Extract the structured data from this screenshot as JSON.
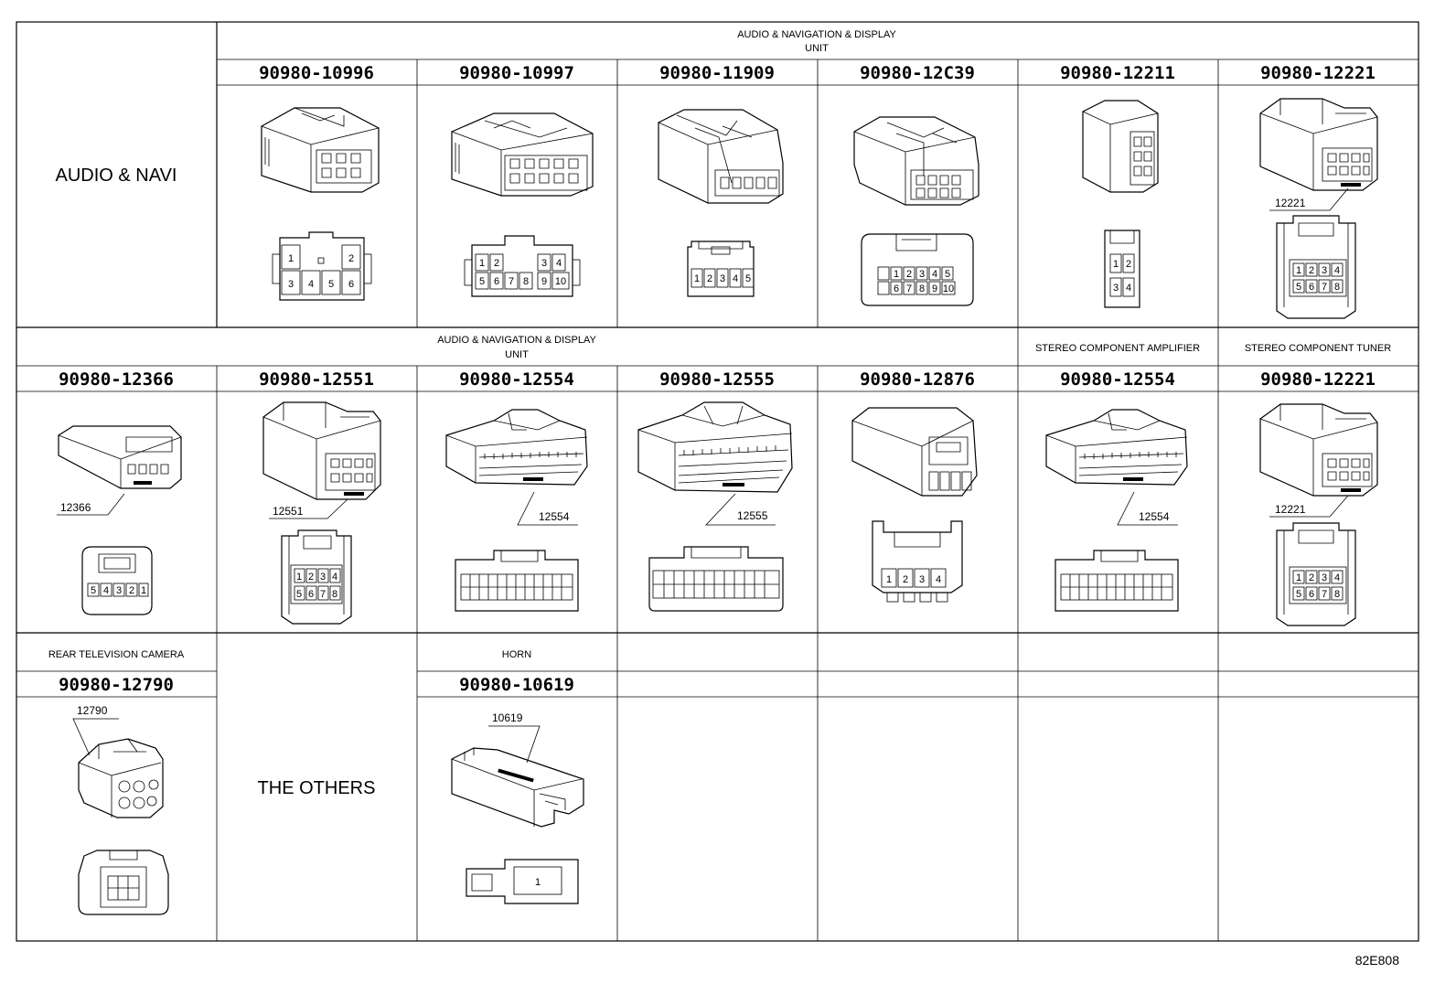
{
  "sections": [
    {
      "label": "AUDIO & NAVI",
      "category_groups": [
        {
          "text": "AUDIO & NAVIGATION & DISPLAY UNIT",
          "line1": "AUDIO & NAVIGATION & DISPLAY",
          "line2": "UNIT"
        }
      ],
      "connectors": [
        {
          "part": "90980-10996",
          "pins_top": [
            "1",
            "2"
          ],
          "pins_bottom": [
            "3",
            "4",
            "5",
            "6"
          ]
        },
        {
          "part": "90980-10997",
          "pins_top": [
            "1",
            "2",
            "3",
            "4"
          ],
          "pins_bottom": [
            "5",
            "6",
            "7",
            "8",
            "9",
            "10"
          ]
        },
        {
          "part": "90980-11909",
          "pins": [
            "1",
            "2",
            "3",
            "4",
            "5"
          ]
        },
        {
          "part": "90980-12C39",
          "pins_top": [
            "1",
            "2",
            "3",
            "4",
            "5"
          ],
          "pins_bottom": [
            "6",
            "7",
            "8",
            "9",
            "10"
          ]
        },
        {
          "part": "90980-12211",
          "pins": [
            "1",
            "2",
            "3",
            "4"
          ]
        },
        {
          "part": "90980-12221",
          "callout": "12221",
          "pins": [
            "1",
            "2",
            "3",
            "4",
            "5",
            "6",
            "7",
            "8"
          ]
        }
      ]
    },
    {
      "category_groups": [
        {
          "text": "AUDIO & NAVIGATION & DISPLAY UNIT",
          "line1": "AUDIO & NAVIGATION & DISPLAY",
          "line2": "UNIT"
        },
        {
          "text": "STEREO COMPONENT AMPLIFIER"
        },
        {
          "text": "STEREO COMPONENT TUNER"
        }
      ],
      "connectors": [
        {
          "part": "90980-12366",
          "callout": "12366",
          "pins": [
            "5",
            "4",
            "3",
            "2",
            "1"
          ]
        },
        {
          "part": "90980-12551",
          "callout": "12551",
          "pins": [
            "1",
            "2",
            "3",
            "4",
            "5",
            "6",
            "7",
            "8"
          ]
        },
        {
          "part": "90980-12554",
          "callout": "12554"
        },
        {
          "part": "90980-12555",
          "callout": "12555"
        },
        {
          "part": "90980-12876",
          "pins": [
            "1",
            "2",
            "3",
            "4"
          ]
        },
        {
          "part": "90980-12554",
          "callout": "12554"
        },
        {
          "part": "90980-12221",
          "callout": "12221",
          "pins": [
            "1",
            "2",
            "3",
            "4",
            "5",
            "6",
            "7",
            "8"
          ]
        }
      ]
    },
    {
      "label": "THE OTHERS",
      "category_groups": [
        {
          "text": "REAR TELEVISION CAMERA"
        },
        {
          "text": "HORN"
        }
      ],
      "connectors": [
        {
          "part": "90980-12790",
          "callout": "12790"
        },
        {
          "part": "90980-10619",
          "callout": "10619",
          "pins": [
            "1"
          ]
        }
      ]
    }
  ],
  "figure_ref": "82E808"
}
